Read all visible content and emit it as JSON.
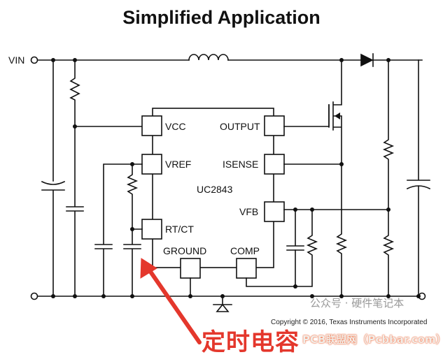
{
  "title": "Simplified Application",
  "vin_label": "VIN",
  "ic": {
    "name": "UC2843",
    "pins": {
      "vcc": "VCC",
      "vref": "VREF",
      "rtct": "RT/CT",
      "ground": "GROUND",
      "output": "OUTPUT",
      "isense": "ISENSE",
      "vfb": "VFB",
      "comp": "COMP"
    }
  },
  "annotation": "定时电容",
  "copyright": "Copyright © 2016, Texas Instruments Incorporated",
  "watermark_account": "公众号 · 硬件笔记本",
  "watermark_site": "PCB联盟网（Pcbbar.com）",
  "colors": {
    "wire": "#111111",
    "annotation": "#e4372c"
  }
}
